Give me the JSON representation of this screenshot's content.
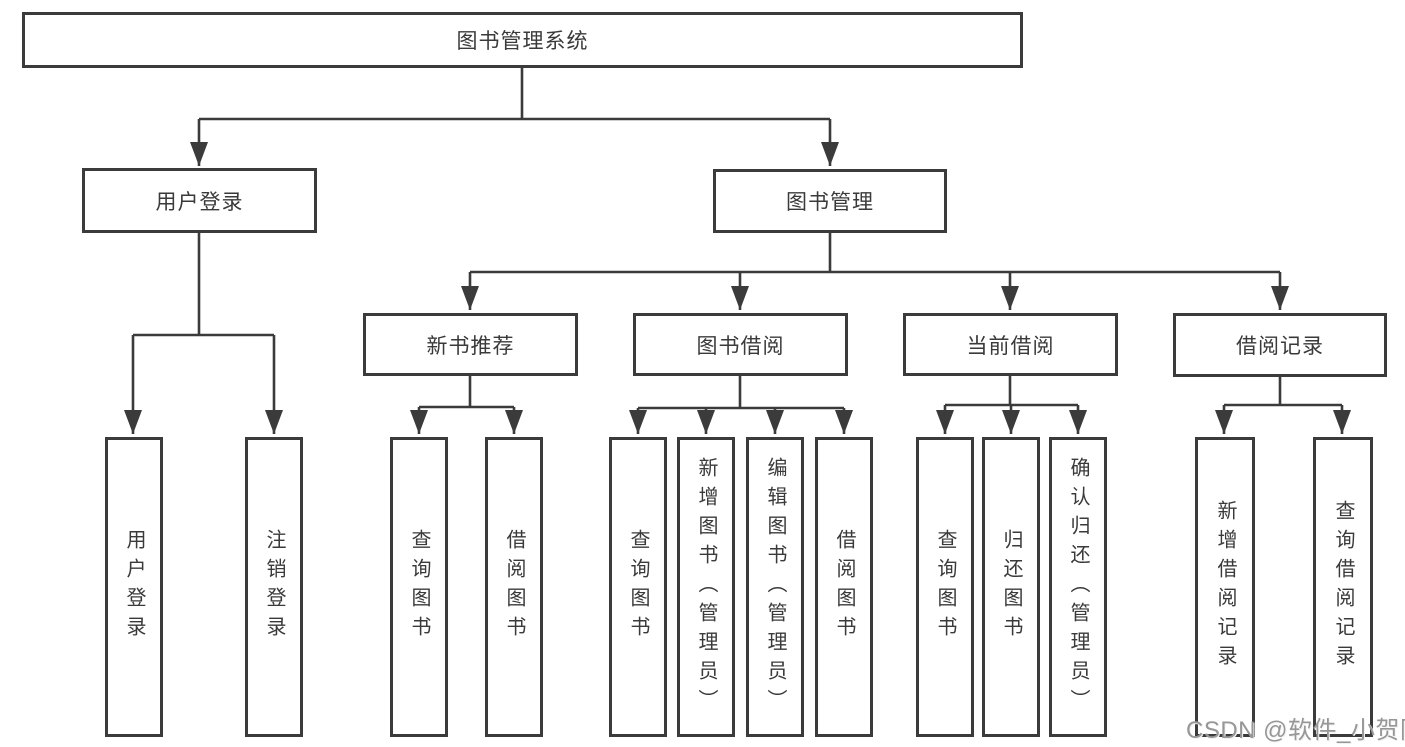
{
  "tree": {
    "label": "图书管理系统",
    "children": [
      {
        "label": "用户登录",
        "children": [
          {
            "label": "用户登录"
          },
          {
            "label": "注销登录"
          }
        ]
      },
      {
        "label": "图书管理",
        "children": [
          {
            "label": "新书推荐",
            "children": [
              {
                "label": "查询图书"
              },
              {
                "label": "借阅图书"
              }
            ]
          },
          {
            "label": "图书借阅",
            "children": [
              {
                "label": "查询图书"
              },
              {
                "label": "新增图书（管理员）"
              },
              {
                "label": "编辑图书（管理员）"
              },
              {
                "label": "借阅图书"
              }
            ]
          },
          {
            "label": "当前借阅",
            "children": [
              {
                "label": "查询图书"
              },
              {
                "label": "归还图书"
              },
              {
                "label": "确认归还（管理员）"
              }
            ]
          },
          {
            "label": "借阅记录",
            "children": [
              {
                "label": "新增借阅记录"
              },
              {
                "label": "查询借阅记录"
              }
            ]
          }
        ]
      }
    ]
  },
  "watermark": "CSDN @软件_小贺同学",
  "colors": {
    "line": "#3b3b3b",
    "text": "#3a3a3a",
    "background": "#ffffff",
    "watermark": "#979797"
  }
}
